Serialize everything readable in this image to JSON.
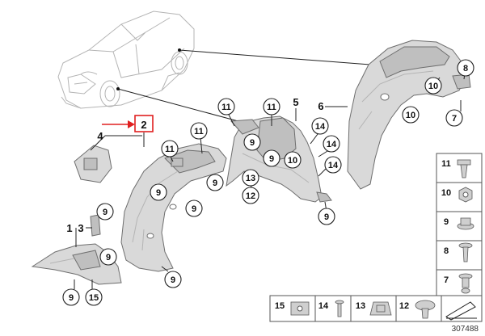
{
  "diagram": {
    "highlight_color": "#e02020",
    "highlighted_part": "2",
    "reference_number": "307488",
    "callouts": {
      "c1": "1",
      "c2": "2",
      "c3": "3",
      "c4": "4",
      "c5": "5",
      "c6": "6",
      "c7a": "7",
      "c8a": "8",
      "c10a": "10",
      "c10b": "10",
      "c10c": "10",
      "c11a": "11",
      "c11b": "11",
      "c11c": "11",
      "c11d": "11",
      "c9a": "9",
      "c9b": "9",
      "c9c": "9",
      "c9d": "9",
      "c9e": "9",
      "c9f": "9",
      "c9g": "9",
      "c9h": "9",
      "c9i": "9",
      "c9j": "9",
      "c12": "12",
      "c13": "13",
      "c14a": "14",
      "c14b": "14",
      "c14c": "14",
      "c15": "15"
    },
    "legend_right": [
      {
        "label": "11",
        "icon": "expanding-rivet-icon"
      },
      {
        "label": "10",
        "icon": "hex-nut-icon"
      },
      {
        "label": "9",
        "icon": "collar-nut-icon"
      },
      {
        "label": "8",
        "icon": "screw-icon"
      },
      {
        "label": "7",
        "icon": "pin-fastener-icon"
      }
    ],
    "legend_bottom": [
      {
        "label": "15",
        "icon": "clip-nut-icon"
      },
      {
        "label": "14",
        "icon": "push-pin-icon"
      },
      {
        "label": "13",
        "icon": "sheet-clip-icon"
      },
      {
        "label": "12",
        "icon": "plastic-rivet-icon"
      }
    ]
  }
}
